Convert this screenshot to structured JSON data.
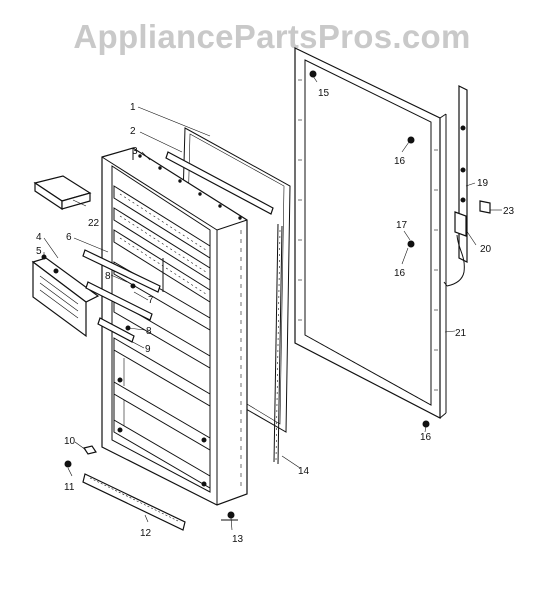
{
  "watermark": "AppliancePartsPros.com",
  "colors": {
    "line": "#111111",
    "watermark": "#c9c9c9",
    "background": "#ffffff"
  },
  "labels": {
    "p1": "1",
    "p2": "2",
    "p3": "3",
    "p4": "4",
    "p5": "5",
    "p6": "6",
    "p7": "7",
    "p8a": "8",
    "p8b": "8",
    "p9": "9",
    "p10": "10",
    "p11": "11",
    "p12": "12",
    "p13": "13",
    "p14": "14",
    "p15": "15",
    "p16a": "16",
    "p16b": "16",
    "p16c": "16",
    "p17": "17",
    "p19": "19",
    "p20": "20",
    "p21": "21",
    "p22": "22",
    "p23": "23"
  }
}
